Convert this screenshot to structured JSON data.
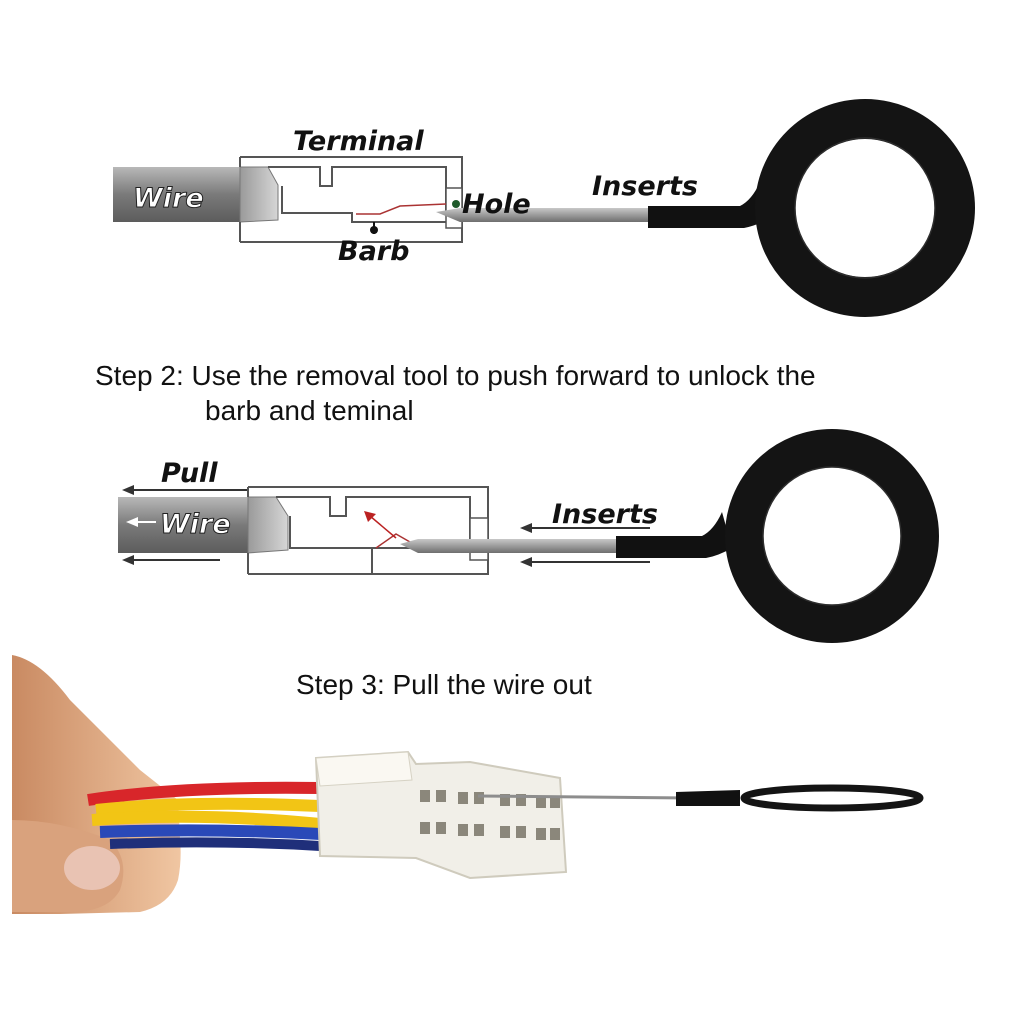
{
  "diagram_top": {
    "labels": {
      "terminal": "Terminal",
      "wire": "Wire",
      "hole": "Hole",
      "barb": "Barb",
      "inserts": "Inserts"
    }
  },
  "step2": {
    "line1": "Step 2: Use the removal tool to push forward to unlock the",
    "line2": "barb and teminal"
  },
  "diagram_middle": {
    "labels": {
      "pull": "Pull",
      "wire": "Wire",
      "inserts": "Inserts"
    }
  },
  "step3": {
    "text": "Step 3: Pull the wire out"
  },
  "colors": {
    "tool_black": "#111111",
    "wire_gray": "#8a8a8a",
    "connector_white": "#f1efe8",
    "wire_red": "#d8262a",
    "wire_yellow": "#f2c515",
    "wire_blue": "#2a49b8"
  }
}
